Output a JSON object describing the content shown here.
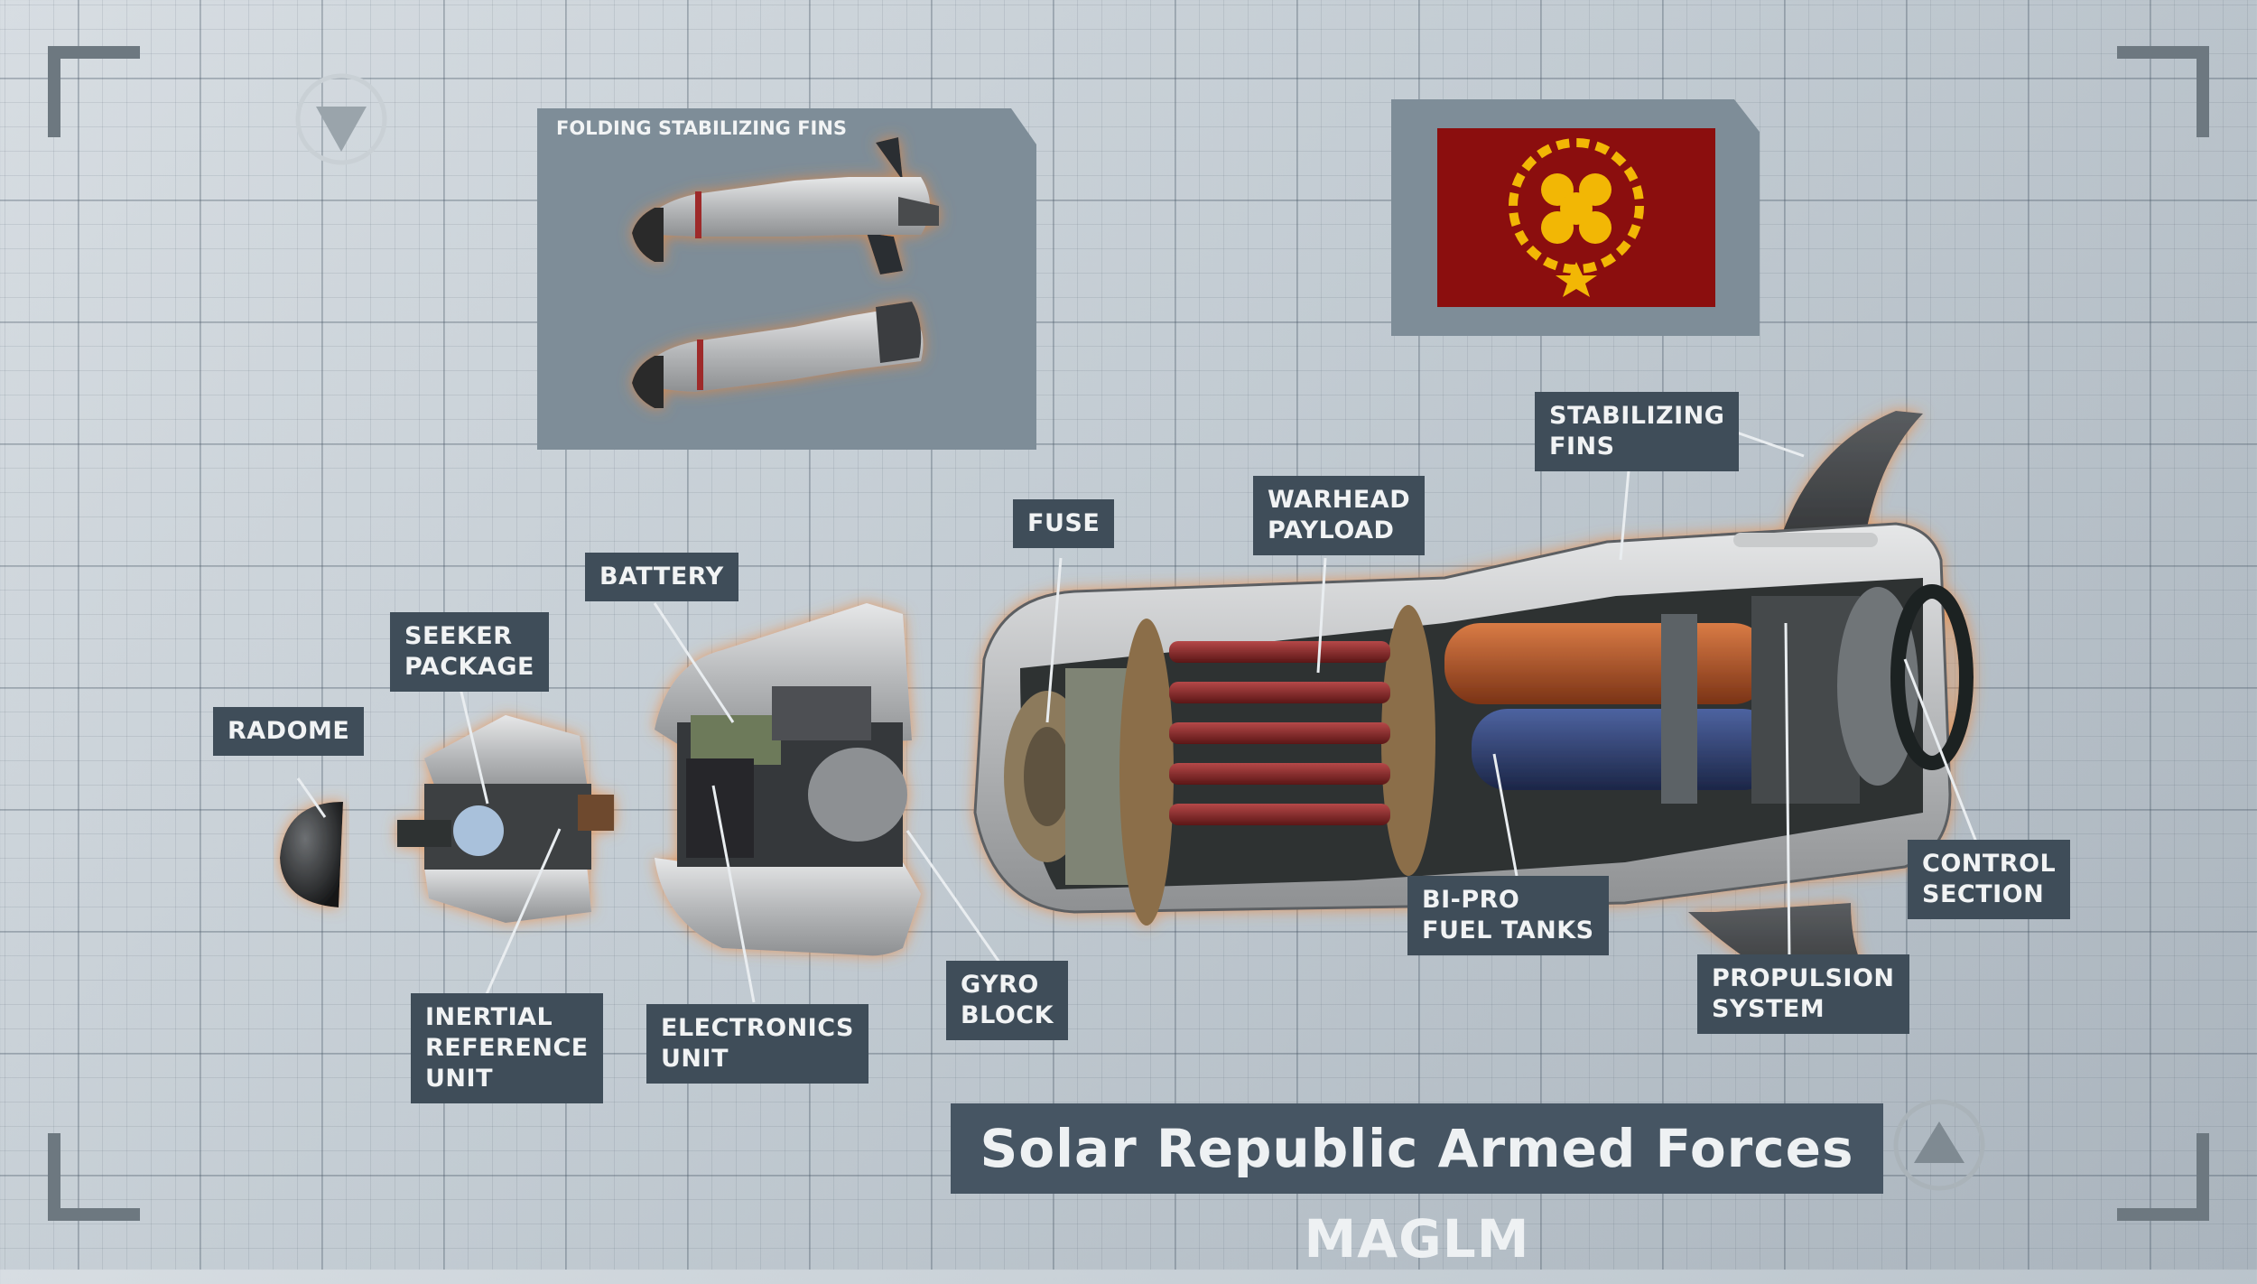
{
  "title": "Solar Republic Armed Forces MAGLM",
  "inset_title": "FOLDING STABILIZING FINS",
  "labels": {
    "radome": "RADOME",
    "seeker": "SEEKER\nPACKAGE",
    "battery": "BATTERY",
    "inertial": "INERTIAL\nREFERENCE\nUNIT",
    "electronics": "ELECTRONICS\nUNIT",
    "gyro": "GYRO\nBLOCK",
    "fuse": "FUSE",
    "warhead": "WARHEAD\nPAYLOAD",
    "fuel": "BI-PRO\nFUEL TANKS",
    "fins": "STABILIZING\nFINS",
    "propulsion": "PROPULSION\nSYSTEM",
    "control": "CONTROL\nSECTION"
  },
  "colors": {
    "background": "#c3ccd3",
    "label_bg": "#3f4d59",
    "panel_bg": "#7e8d98",
    "flag_red": "#8b0e0e",
    "emblem_gold": "#f2b705",
    "fuel_orange": "#b5582a",
    "fuel_blue": "#2f3f6e",
    "warhead_red": "#8f2a2a"
  },
  "icons": {
    "corner": "corner-bracket-icon",
    "nav_down": "triangle-down-icon",
    "nav_up": "triangle-up-icon"
  }
}
